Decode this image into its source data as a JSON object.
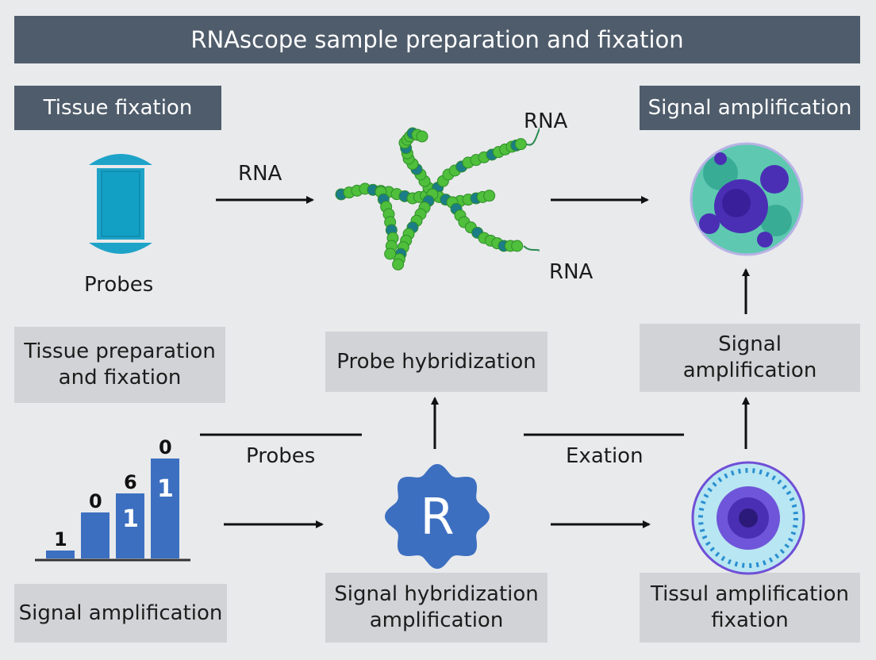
{
  "title": "RNAscope sample preparation and fixation",
  "labels": {
    "tissue_fixation": "Tissue fixation",
    "signal_amplification_top": "Signal amplification",
    "probes_under_icon": "Probes",
    "rna_arrow": "RNA",
    "rna_upper": "RNA",
    "rna_lower": "RNA",
    "probes_line": "Probes",
    "exation_line": "Exation",
    "r_letter": "R"
  },
  "boxes": {
    "tissue_preparation_line1": "Tissue preparation",
    "tissue_preparation_line2": "and fixation",
    "probe_hybridization": "Probe hybridization",
    "signal_amplification_mid_line1": "Signal",
    "signal_amplification_mid_line2": "amplification",
    "signal_amplification_bottom": "Signal amplification",
    "signal_hybridization_line1": "Signal hybridization",
    "signal_hybridization_line2": "amplification",
    "tissul_line1": "Tissul amplification",
    "tissul_line2": "fixation"
  },
  "bar_icon": {
    "bar_labels": [
      "1",
      "0",
      "6",
      "0"
    ],
    "inner_labels": [
      "1",
      "1"
    ]
  },
  "colors": {
    "title_bg": "#4f5c6b",
    "box_bg": "#d2d3d6",
    "blue": "#3c6fc0",
    "probe_blue": "#1ea3c8",
    "rna_green": "#4fbf3c",
    "rna_teal": "#1b7d86",
    "cell_purple": "#4a2fb5"
  }
}
